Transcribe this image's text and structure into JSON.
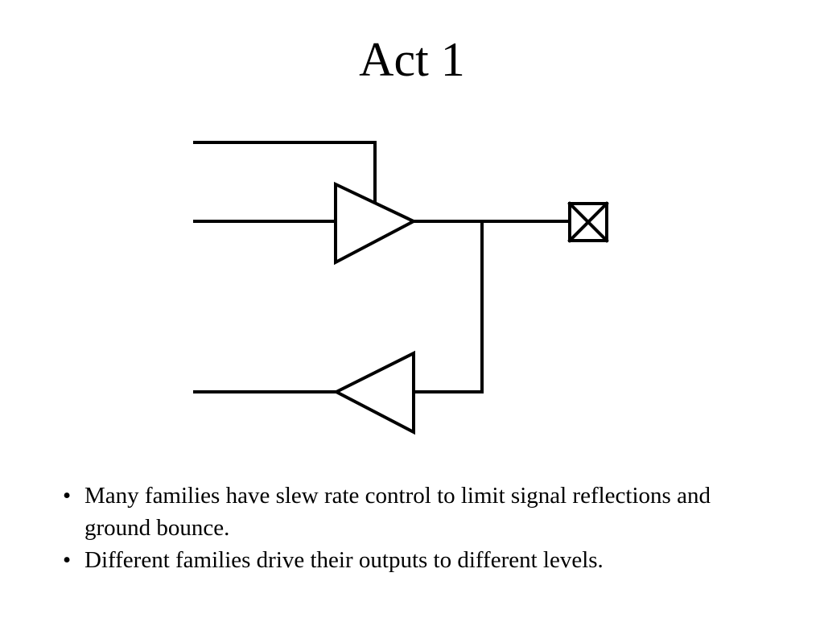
{
  "slide": {
    "title": "Act 1"
  },
  "bullets": [
    {
      "text": "Many families have slew rate control to limit signal reflections and ground bounce."
    },
    {
      "text": "Different families drive their outputs to different levels."
    }
  ],
  "icons": {
    "bullet": "•"
  },
  "colors": {
    "stroke": "#000000",
    "background": "#ffffff"
  }
}
